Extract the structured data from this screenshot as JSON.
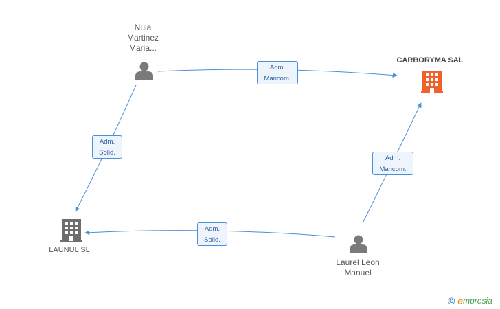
{
  "nodes": {
    "nula": {
      "lines": [
        "Nula",
        "Martinez",
        "Maria..."
      ]
    },
    "carboryma": {
      "name": "CARBORYMA SAL"
    },
    "launul": {
      "name": "LAUNUL SL"
    },
    "laurel": {
      "lines": [
        "Laurel Leon",
        "Manuel"
      ]
    }
  },
  "edges": {
    "nula_carboryma": {
      "line1": "Adm.",
      "line2": "Mancom."
    },
    "nula_launul": {
      "line1": "Adm.",
      "line2": "Solid."
    },
    "laurel_carboryma": {
      "line1": "Adm.",
      "line2": "Mancom."
    },
    "laurel_launul": {
      "line1": "Adm.",
      "line2": "Solid."
    }
  },
  "colors": {
    "edge": "#4a8fd8",
    "person_icon": "#7a7a7a",
    "company_icon": "#6e6e6e",
    "company_main_icon": "#f0622d"
  },
  "footer": {
    "copyright_symbol": "©",
    "brand_first": "e",
    "brand_rest": "mpresia"
  }
}
